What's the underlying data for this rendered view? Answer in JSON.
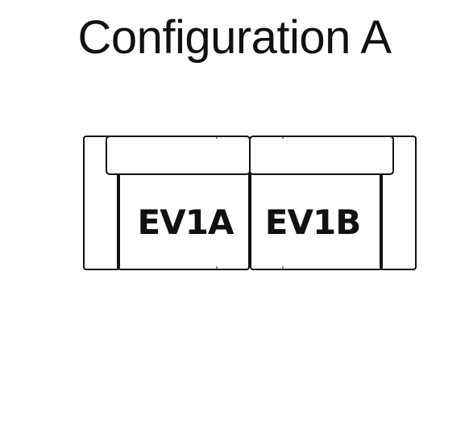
{
  "title": "Configuration A",
  "seats": [
    {
      "label": "EV1A"
    },
    {
      "label": "EV1B"
    }
  ],
  "colors": {
    "line": "#111111",
    "background": "#ffffff"
  }
}
